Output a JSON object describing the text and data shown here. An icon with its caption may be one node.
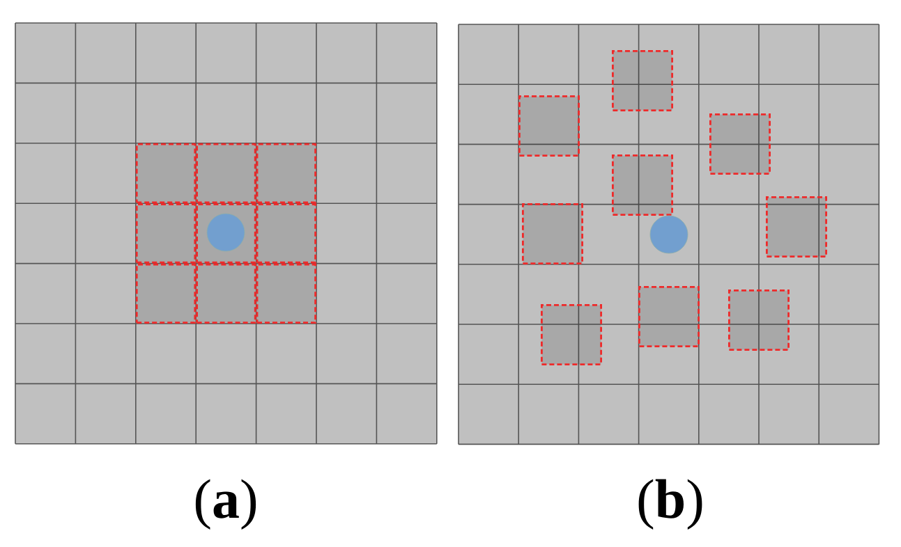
{
  "diagram": {
    "nodes": [
      {
        "text": [],
        "shape": "box"
      },
      {
        "text": [],
        "shape": "box"
      },
      {
        "text": [],
        "shape": "box"
      },
      {
        "text": [],
        "shape": "box"
      },
      {
        "text": [],
        "shape": "box"
      },
      {
        "text": [],
        "shape": "box"
      },
      {
        "text": [],
        "shape": "box"
      },
      {
        "text": [],
        "shape": "box"
      },
      {
        "text": [],
        "shape": "box"
      },
      {
        "text": [],
        "shape": "box"
      },
      {
        "text": [],
        "shape": "box"
      },
      {
        "text": [],
        "shape": "box"
      },
      {
        "text": [],
        "shape": "box"
      },
      {
        "text": [],
        "shape": "box"
      },
      {
        "text": [],
        "shape": "box"
      },
      {
        "text": [],
        "shape": "box"
      },
      {
        "text": [],
        "shape": "box"
      },
      {
        "text": [],
        "shape": "box"
      }
    ],
    "labels": [
      "(**a**)",
      "(**b**)"
    ]
  }
}
